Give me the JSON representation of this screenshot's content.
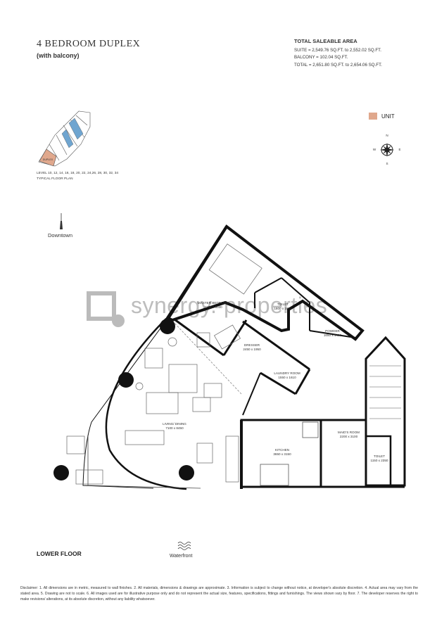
{
  "header": {
    "title": "4 BEDROOM DUPLEX",
    "subtitle": "(with balcony)"
  },
  "area": {
    "heading": "TOTAL SALEABLE AREA",
    "suite": "SUITE = 2,549.76 SQ.FT. to 2,552.02 SQ.FT.",
    "balcony": "BALCONY = 102.04 SQ.FT.",
    "total": "TOTAL = 2,651.80 SQ.FT. to 2,654.06 SQ.FT."
  },
  "legend": {
    "label": "UNIT",
    "color": "#e0a88d"
  },
  "compass": {
    "n": "N",
    "s": "S",
    "e": "E",
    "w": "W"
  },
  "keyplan": {
    "levels": "LEVEL 10, 12, 14, 16, 18, 20, 22, 24,26, 28, 30, 32, 34",
    "typical": "TYPICAL FLOOR PLAN",
    "unit_label": "DUPLEX"
  },
  "landmarks": {
    "downtown": "Downtown",
    "waterfront": "Waterfront"
  },
  "floor_label": "LOWER FLOOR",
  "watermark": "synergy. properties",
  "rooms": {
    "master_bedroom": "MASTER BEDROOM",
    "master_bedroom_dims": "3150 x 6030",
    "toilet_upper": "TOILET",
    "toilet_upper_dims": "1800 x 1850",
    "powder": "POWDER",
    "powder_dims": "1650 x 1400",
    "dresser": "DRESSER",
    "dresser_dims": "2450 x 1950",
    "laundry": "LAUNDRY ROOM",
    "laundry_dims": "1550 x 1610",
    "living": "LIVING/ DINING",
    "living_dims": "7100 x 8450",
    "kitchen": "KITCHEN",
    "kitchen_dims": "3650 x 3150",
    "maids_room": "MAID'S ROOM",
    "maids_room_dims": "2200 x 3100",
    "toilet_lower": "TOILET",
    "toilet_lower_dims": "1150 x 2350"
  },
  "disclaimer": "Disclaimer: 1. All dimensions are in metric, measured to wall finishes. 2. All materials, dimensions & drawings are approximate. 3. Information is subject to change without notice, at developer's absolute discretion. 4. Actual area may vary from the stated area. 5. Drawing are not to scale. 6. All images used are for illustrative purpose only and do not represent the actual size, features, specifications, fittings and furnishings. The views shown vary by floor. 7. The developer reserves the right to make revisions/ alterations, at its absolute discretion, without any liability whatsoever."
}
